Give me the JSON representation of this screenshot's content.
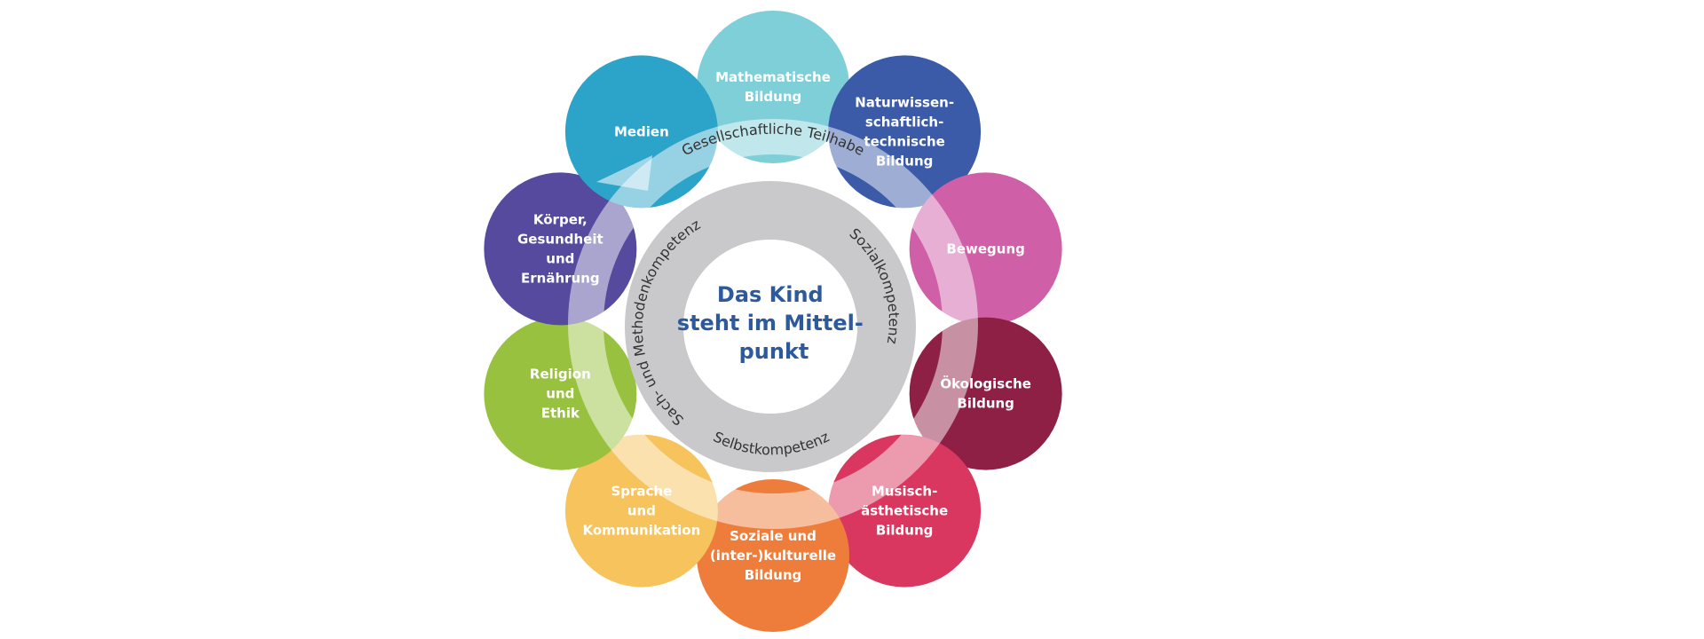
{
  "center": {
    "lines": [
      "Das Kind",
      "steht im Mittel-",
      "punkt"
    ]
  },
  "outer_ring_label": "Gesellschaftliche Teilhabe",
  "inner_ring_labels": {
    "left": "Sach- und Methodenkompetenz",
    "right": "Sozialkompetenz",
    "bottom": "Selbstkompetenz"
  },
  "areas": [
    {
      "lines": [
        "Mathematische",
        "Bildung"
      ],
      "color": "#7ecfd8"
    },
    {
      "lines": [
        "Naturwissen-",
        "schaftlich-",
        "technische",
        "Bildung"
      ],
      "color": "#3b5ba9"
    },
    {
      "lines": [
        "Bewegung"
      ],
      "color": "#cf5fa6"
    },
    {
      "lines": [
        "Ökologische",
        "Bildung"
      ],
      "color": "#8e2046"
    },
    {
      "lines": [
        "Musisch-",
        "ästhetische",
        "Bildung"
      ],
      "color": "#d9375f"
    },
    {
      "lines": [
        "Soziale und",
        "(inter-)kulturelle",
        "Bildung"
      ],
      "color": "#ee7d3b"
    },
    {
      "lines": [
        "Sprache",
        "und",
        "Kommunikation"
      ],
      "color": "#f6c35c"
    },
    {
      "lines": [
        "Religion",
        "und",
        "Ethik"
      ],
      "color": "#98c13f"
    },
    {
      "lines": [
        "Körper,",
        "Gesundheit",
        "und",
        "Ernährung"
      ],
      "color": "#554a9d"
    },
    {
      "lines": [
        "Medien"
      ],
      "color": "#2ca3c9"
    }
  ]
}
